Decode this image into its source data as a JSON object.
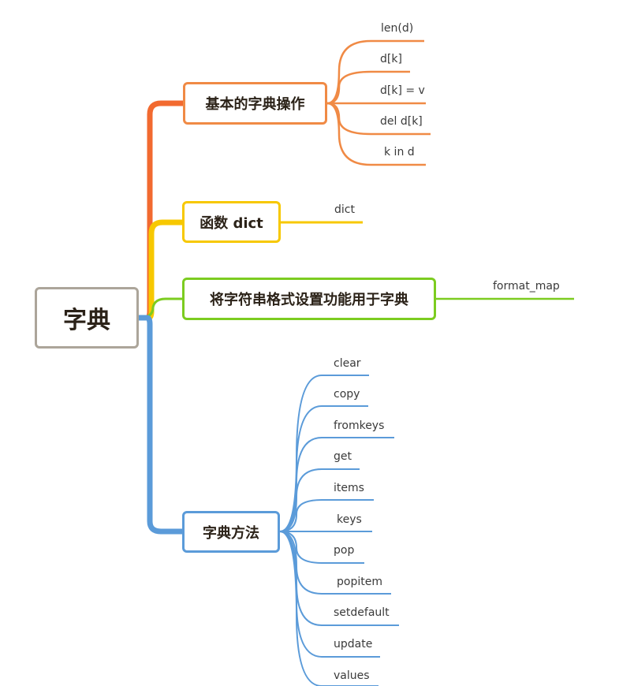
{
  "root": {
    "label": "字典"
  },
  "branches": [
    {
      "label": "基本的字典操作",
      "color": "#f08a45",
      "leaves": [
        "len(d)",
        "d[k]",
        "d[k] = v",
        "del d[k]",
        "k in d"
      ]
    },
    {
      "label": "函数 dict",
      "color": "#f7c800",
      "leaves": [
        "dict"
      ]
    },
    {
      "label": "将字符串格式设置功能用于字典",
      "color": "#7ccc20",
      "leaves": [
        "format_map"
      ]
    },
    {
      "label": "字典方法",
      "color": "#5b9bd9",
      "leaves": [
        "clear",
        "copy",
        "fromkeys",
        "get",
        "items",
        "keys",
        "pop",
        "popitem",
        "setdefault",
        "update",
        "values"
      ]
    }
  ]
}
